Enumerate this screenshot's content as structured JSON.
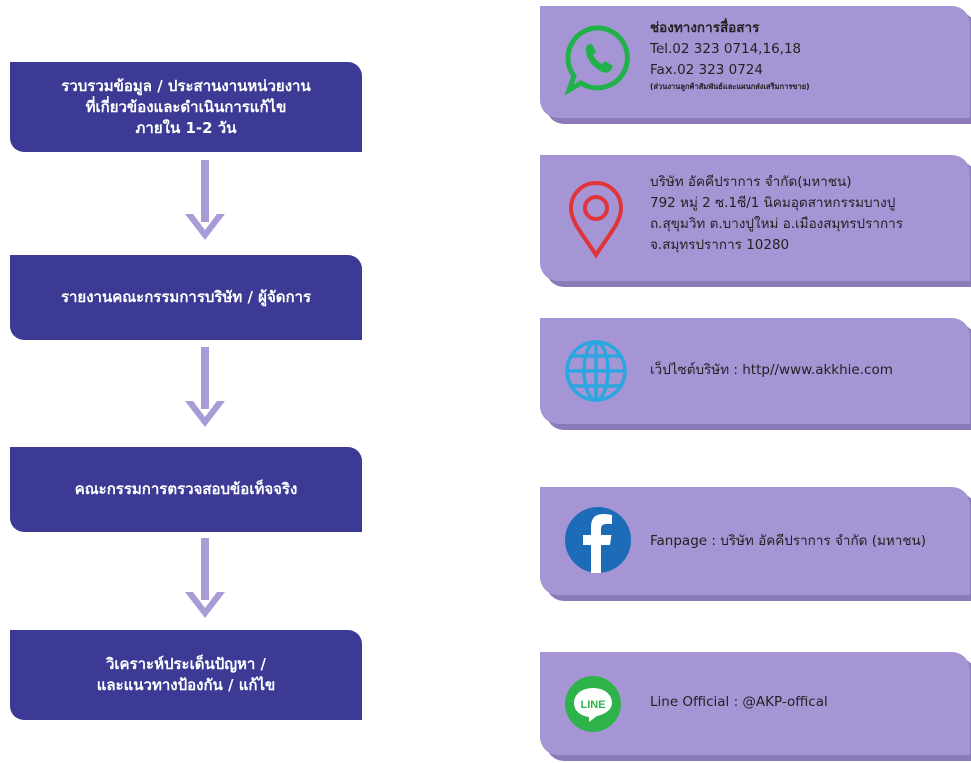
{
  "flow": {
    "steps": [
      "รวบรวมข้อมูล / ประสานงานหน่วยงาน\nที่เกี่ยวข้องและดำเนินการแก้ไข\nภายใน 1-2 วัน",
      "รายงานคณะกรรมการบริษัท / ผู้จัดการ",
      "คณะกรรมการตรวจสอบข้อเท็จจริง",
      "วิเคราะห์ประเด็นปัญหา /\nและแนวทางป้องกัน / แก้ไข"
    ]
  },
  "contact": {
    "channels_title": "ช่องทางการสื่อสาร",
    "tel": "Tel.02 323 0714,16,18",
    "fax": "Fax.02 323 0724",
    "fax_note": "(ส่วนงานลูกค้าสัมพันธ์และแผนกส่งเสริมการขาย)",
    "address": [
      "บริษัท อัคคีปราการ จำกัด(มหาชน)",
      "792 หมู่ 2 ซ.1ซี/1 นิคมอุตสาหกรรมบางปู",
      "ถ.สุขุมวิท ต.บางปูใหม่ อ.เมืองสมุทรปราการ",
      "จ.สมุทรปราการ 10280"
    ],
    "website": "เว็ปไซต์บริษัท : http//www.akkhie.com",
    "fanpage": "Fanpage : บริษัท อัคคีปราการ จำกัด (มหาชน)",
    "line": "Line Official : @AKP-offical",
    "line_logo_text": "LINE"
  },
  "colors": {
    "step_bg": "#3c3a94",
    "arrow": "#a99bd6",
    "card_bg": "#a695d4",
    "card_shadow": "#8a7ab8",
    "whatsapp_green": "#21b14b",
    "pin_red": "#e0343a",
    "globe_blue": "#2aa6e0",
    "facebook_blue": "#1c6cb7",
    "line_green": "#2db34a"
  }
}
